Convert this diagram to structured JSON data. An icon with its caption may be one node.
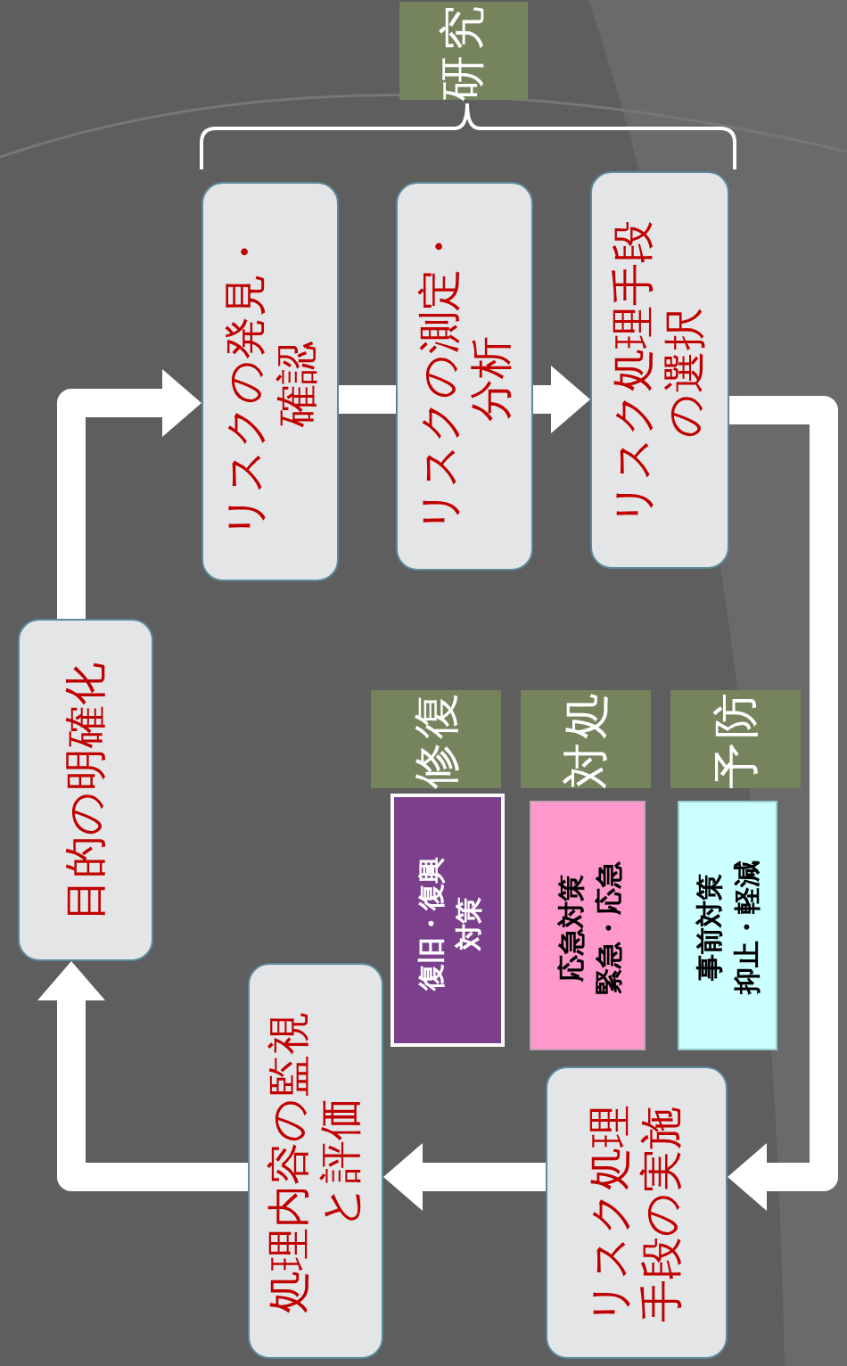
{
  "diagram": {
    "nodes": [
      {
        "text": [
          "研究"
        ]
      },
      {
        "text": [
          "リスクの発見・確認"
        ]
      },
      {
        "text": [
          "リスクの測定・分析"
        ]
      },
      {
        "text": [
          "リスク処理手段の選択"
        ]
      },
      {
        "text": [
          "目的の明確化"
        ]
      },
      {
        "text": [
          "修復"
        ]
      },
      {
        "text": [
          "対処"
        ]
      },
      {
        "text": [
          "予防"
        ]
      },
      {
        "text": [
          "復旧・復興対策"
        ]
      },
      {
        "text": [
          "応急対策",
          "緊急・応急"
        ]
      },
      {
        "text": [
          "事前対策",
          "抑止・軽減"
        ]
      },
      {
        "text": [
          "処理内容の監視と評価"
        ]
      },
      {
        "text": [
          "リスク処理手段の実施"
        ]
      }
    ],
    "edges": [
      {
        "from": 4,
        "to": 1,
        "arrow": "to"
      },
      {
        "from": 1,
        "to": 2,
        "arrow": "none"
      },
      {
        "from": 2,
        "to": 3,
        "arrow": "to"
      },
      {
        "from": 3,
        "to": 12,
        "arrow": "to"
      },
      {
        "from": 12,
        "to": 11,
        "arrow": "to"
      },
      {
        "from": 11,
        "to": 4,
        "arrow": "to"
      }
    ]
  }
}
